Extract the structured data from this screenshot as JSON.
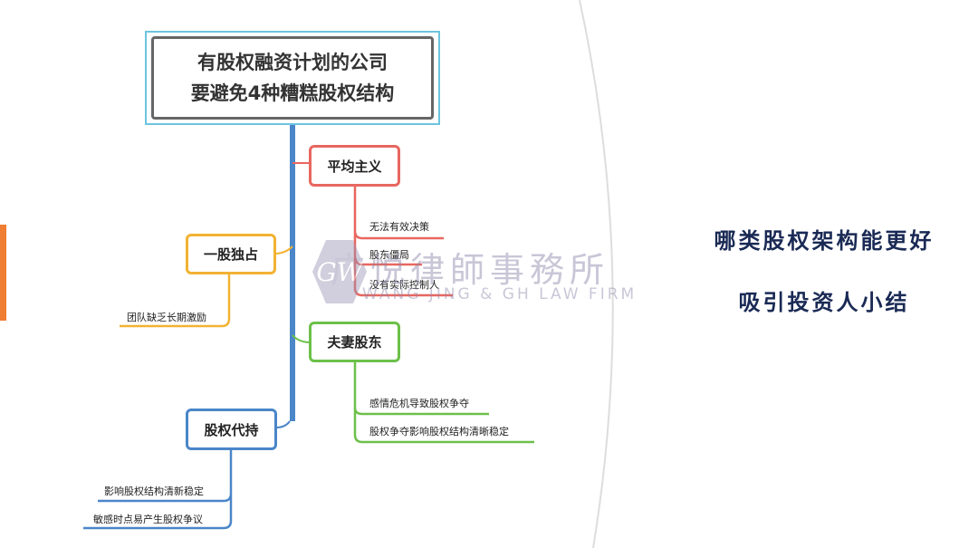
{
  "title": {
    "line1": "有股权融资计划的公司",
    "line2": "要避免4种糟糕股权结构"
  },
  "branches": [
    {
      "label": "平均主义",
      "color": "#e8675f",
      "leaves": [
        "无法有效决策",
        "股东僵局",
        "没有实际控制人"
      ]
    },
    {
      "label": "一股独占",
      "color": "#f2b233",
      "leaves": [
        "团队缺乏长期激励"
      ]
    },
    {
      "label": "夫妻股东",
      "color": "#6cc04a",
      "leaves": [
        "感情危机导致股权争夺",
        "股权争夺影响股权结构清晰稳定"
      ]
    },
    {
      "label": "股权代持",
      "color": "#4a86c8",
      "leaves": [
        "影响股权结构清新稳定",
        "敏感时点易产生股权争议"
      ]
    }
  ],
  "side": {
    "line1": "哪类股权架构能更好",
    "line2": "吸引投资人小结"
  },
  "watermark": {
    "cn": "广悦律師事務所",
    "en": "WANG JING & GH LAW FIRM",
    "logo": "GW"
  },
  "colors": {
    "accent": "#ef7d32",
    "trunk": "#4a86c8",
    "text": "#1a2a55"
  }
}
